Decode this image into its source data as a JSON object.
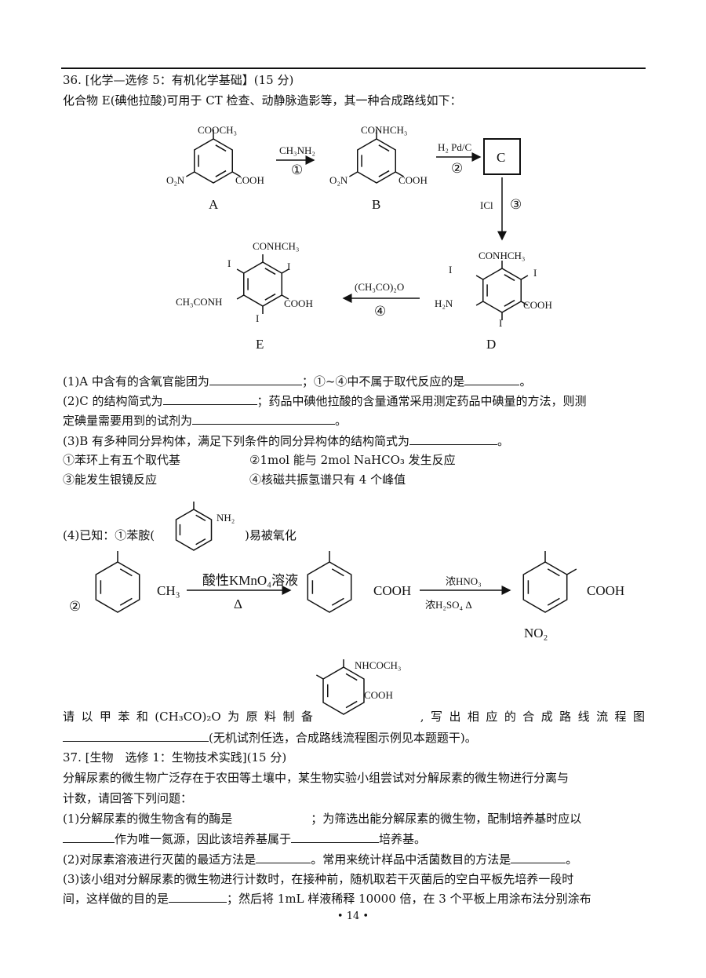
{
  "q36": {
    "title": "36. [化学—选修 5：有机化学基础】(15 分)",
    "intro": "化合物 E(碘他拉酸)可用于 CT 检查、动静脉造影等，其一种合成路线如下：",
    "scheme": {
      "A": {
        "label": "A",
        "top": "COOCH₃",
        "left": "O₂N",
        "right": "COOH"
      },
      "step1": {
        "reagent": "CH₃NH₂",
        "num": "①"
      },
      "B": {
        "label": "B",
        "top": "CONHCH₃",
        "left": "O₂N",
        "right": "COOH"
      },
      "step2": {
        "reagent": "H₂ Pd/C",
        "num": "②"
      },
      "C": {
        "label": "C"
      },
      "step3": {
        "reagent": "ICl",
        "num": "③"
      },
      "D": {
        "label": "D",
        "top": "CONHCH₃",
        "i": "I",
        "left": "H₂N",
        "right": "COOH"
      },
      "step4": {
        "reagent": "(CH₃CO)₂O",
        "num": "④"
      },
      "E": {
        "label": "E",
        "top": "CONHCH₃",
        "i": "I",
        "left": "CH₃CONH",
        "right": "COOH"
      }
    },
    "p1a": "(1)A 中含有的含氧官能团为",
    "p1b": "；①~④中不属于取代反应的是",
    "p1c": "。",
    "p2a": "(2)C 的结构简式为",
    "p2b": "；药品中碘他拉酸的含量通常采用测定药品中碘量的方法，则测",
    "p2c": "定碘量需要用到的试剂为",
    "p2d": "。",
    "p3a": "(3)B 有多种同分异构体，满足下列条件的同分异构体的结构简式为",
    "p3b": "。",
    "c1": "①苯环上有五个取代基",
    "c2": "②1mol 能与 2mol NaHCO₃ 发生反应",
    "c3": "③能发生银镜反应",
    "c4": "④核磁共振氢谱只有 4 个峰值",
    "p4a": "(4)已知：①苯胺(",
    "p4b": ")易被氧化",
    "aniline_group": "NH₂",
    "route": {
      "num": "②",
      "ch3": "CH₃",
      "r1_top": "酸性KMnO₄溶液",
      "r1_bottom": "Δ",
      "cooh1": "COOH",
      "r2_top": "浓HNO₃",
      "r2_bottom": "浓H₂SO₄   Δ",
      "cooh2": "COOH",
      "no2": "NO₂"
    },
    "target": {
      "top": "NHCOCH₃",
      "right": "COOH"
    },
    "p5": [
      "请",
      "以",
      "甲",
      "苯",
      "和",
      "(CH₃CO)₂O",
      "为",
      "原",
      "料",
      "制",
      "备",
      "",
      ",",
      "写",
      "出",
      "相",
      "应",
      "的",
      "合",
      "成",
      "路",
      "线",
      "流",
      "程",
      "图"
    ],
    "p6": "(无机试剂任选，合成路线流程图示例见本题题干)。"
  },
  "q37": {
    "title": "37. [生物　选修 1：生物技术实践](15 分)",
    "intro1": "分解尿素的微生物广泛存在于农田等土壤中，某生物实验小组尝试对分解尿素的微生物进行分离与",
    "intro2": "计数，请回答下列问题：",
    "p1a": "(1)分解尿素的微生物含有的酶是",
    "p1b": "；为筛选出能分解尿素的微生物，配制培养基时应以",
    "p1c": "作为唯一氮源，因此该培养基属于",
    "p1d": "培养基。",
    "p2a": "(2)对尿素溶液进行灭菌的最适方法是",
    "p2b": "。常用来统计样品中活菌数目的方法是",
    "p2c": "。",
    "p3a": "(3)该小组对分解尿素的微生物进行计数时，在接种前，随机取若干灭菌后的空白平板先培养一段时",
    "p3b": "间，这样做的目的是",
    "p3c": "；然后将 1mL 样液稀释 10000 倍，在 3 个平板上用涂布法分别涂布"
  },
  "page_number": "• 14 •"
}
